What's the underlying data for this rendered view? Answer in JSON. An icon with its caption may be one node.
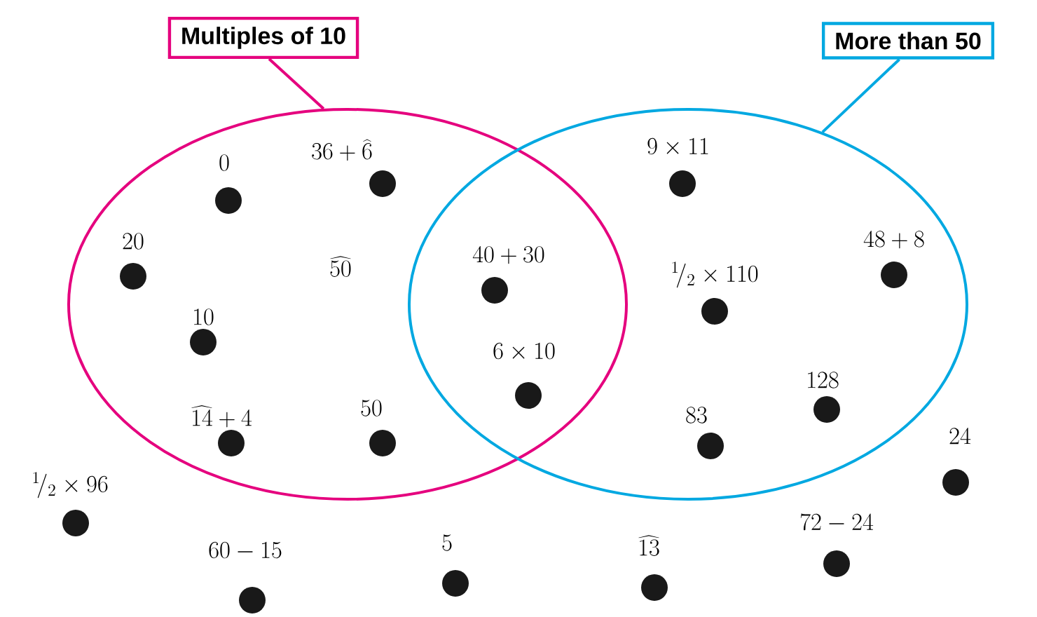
{
  "diagram": {
    "nodes": [
      {
        "text": [
          "Multiples of 10"
        ]
      },
      {
        "text": [
          "More than 50"
        ]
      },
      {
        "text": [],
        "shape": "ellipse"
      },
      {
        "text": [],
        "shape": "ellipse"
      },
      {
        "text": [],
        "shape": "circle",
        "beside": [
          "36 + \\widehat{6}"
        ],
        "in": 2
      },
      {
        "text": [],
        "shape": "circle",
        "beside": [
          "9 \\times 11"
        ],
        "in": 3
      },
      {
        "text": [],
        "shape": "circle",
        "beside": [
          "0"
        ],
        "in": 2
      },
      {
        "text": [],
        "shape": "circle",
        "beside": [
          "20"
        ],
        "in": 2
      },
      {
        "text": [],
        "shape": "circle",
        "beside": [
          "48 + 8"
        ],
        "in": 3
      },
      {
        "text": [],
        "shape": "circle",
        "beside": [
          "40 + 30"
        ]
      },
      {
        "text": [],
        "shape": "circle",
        "beside": [
          "{}^{1}\\!/_{2} \\times 110"
        ],
        "in": 3
      },
      {
        "text": [],
        "shape": "circle",
        "beside": [
          "10"
        ],
        "in": 2
      },
      {
        "text": [],
        "shape": "circle",
        "beside": [
          "6 \\times 10"
        ]
      },
      {
        "text": [],
        "shape": "circle",
        "beside": [
          "128"
        ],
        "in": 3
      },
      {
        "text": [],
        "shape": "circle",
        "beside": [
          "\\widehat{14} + 4"
        ],
        "in": 2
      },
      {
        "text": [],
        "shape": "circle",
        "beside": [
          "50"
        ],
        "in": 2
      },
      {
        "text": [],
        "shape": "circle",
        "beside": [
          "83"
        ],
        "in": 3
      },
      {
        "text": [],
        "shape": "circle",
        "beside": [
          "24"
        ]
      },
      {
        "text": [],
        "shape": "circle",
        "beside": [
          "{}^{1}\\!/_{2} \\times 96"
        ]
      },
      {
        "text": [],
        "shape": "circle",
        "beside": [
          "72 - 24"
        ]
      },
      {
        "text": [],
        "shape": "circle",
        "beside": [
          "5"
        ]
      },
      {
        "text": [],
        "shape": "circle",
        "beside": [
          "\\widehat{13}"
        ]
      },
      {
        "text": [],
        "shape": "circle",
        "beside": [
          "60 - 15"
        ]
      }
    ],
    "edges": [
      {
        "from": 0,
        "to": 2,
        "arrow": "none",
        "color": "#e5007e"
      },
      {
        "from": 1,
        "to": 3,
        "arrow": "none",
        "color": "#00a8e1"
      }
    ],
    "labels": [
      "\\widehat{50}"
    ]
  }
}
